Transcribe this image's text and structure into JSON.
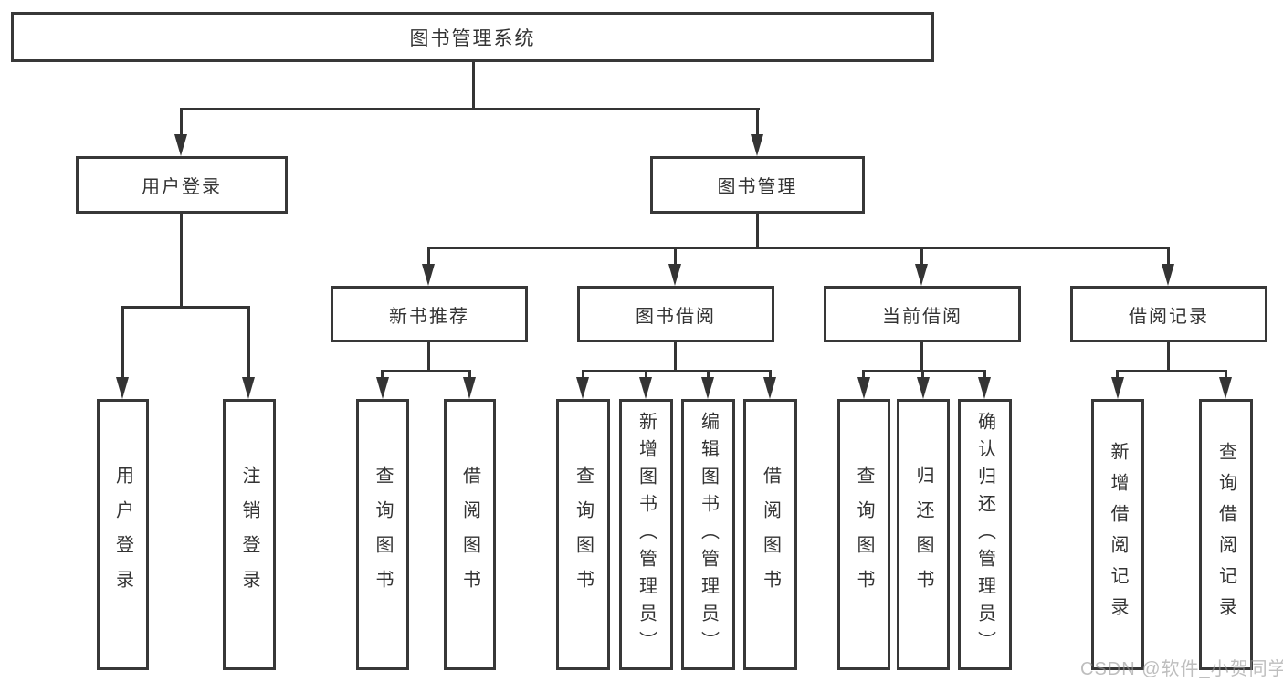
{
  "nodes": {
    "root": "图书管理系统",
    "level2": {
      "login": "用户登录",
      "manage": "图书管理"
    },
    "level3": [
      "新书推荐",
      "图书借阅",
      "当前借阅",
      "借阅记录"
    ],
    "login_children": [
      "用户登录",
      "注销登录"
    ],
    "recommend_children": [
      "查询图书",
      "借阅图书"
    ],
    "borrow_children": [
      "查询图书",
      "新增图书（管理员）",
      "编辑图书（管理员）",
      "借阅图书"
    ],
    "current_children": [
      "查询图书",
      "归还图书",
      "确认归还（管理员）"
    ],
    "records_children": [
      "新增借阅记录",
      "查询借阅记录"
    ]
  },
  "watermark": "CSDN @软件_小贺同学",
  "colors": {
    "line": "#343434",
    "box_border": "#383838",
    "text": "#333333",
    "background": "#ffffff",
    "watermark": "#969696"
  }
}
